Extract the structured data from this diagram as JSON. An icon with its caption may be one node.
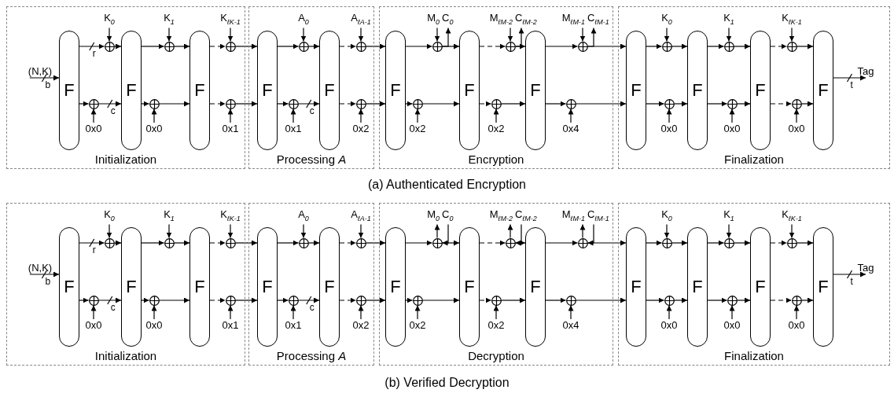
{
  "diagram": {
    "nodes": [
      {
        "text": [
          "Initialization"
        ]
      },
      {
        "text": [
          "(N,K)"
        ],
        "in": 0
      },
      {
        "text": [
          "F"
        ],
        "in": 0
      },
      {
        "text": [
          "K$_{0}$"
        ],
        "in": 0
      },
      {
        "text": [],
        "shape": "circle",
        "in": 0
      },
      {
        "text": [
          "0x0"
        ],
        "in": 0
      },
      {
        "text": [],
        "shape": "circle",
        "in": 0
      },
      {
        "text": [
          "F"
        ],
        "in": 0
      },
      {
        "text": [
          "K$_{1}$"
        ],
        "in": 0
      },
      {
        "text": [],
        "shape": "circle",
        "in": 0
      },
      {
        "text": [
          "0x0"
        ],
        "in": 0
      },
      {
        "text": [],
        "shape": "circle",
        "in": 0
      },
      {
        "text": [
          "F"
        ],
        "in": 0
      },
      {
        "text": [
          "K$_{ℓK-1}$"
        ],
        "in": 0
      },
      {
        "text": [],
        "shape": "circle",
        "in": 0
      },
      {
        "text": [
          "0x1"
        ],
        "in": 0
      },
      {
        "text": [],
        "shape": "circle",
        "in": 0
      },
      {
        "text": [
          "Processing *A*"
        ]
      },
      {
        "text": [
          "F"
        ],
        "in": 17
      },
      {
        "text": [
          "A$_{0}$"
        ],
        "in": 17
      },
      {
        "text": [],
        "shape": "circle",
        "in": 17
      },
      {
        "text": [
          "0x1"
        ],
        "in": 17
      },
      {
        "text": [],
        "shape": "circle",
        "in": 17
      },
      {
        "text": [
          "F"
        ],
        "in": 17
      },
      {
        "text": [
          "A$_{ℓA-1}$"
        ],
        "in": 17
      },
      {
        "text": [],
        "shape": "circle",
        "in": 17
      },
      {
        "text": [
          "0x2"
        ],
        "in": 17
      },
      {
        "text": [],
        "shape": "circle",
        "in": 17
      },
      {
        "text": [
          "Encryption"
        ]
      },
      {
        "text": [
          "F"
        ],
        "in": 28
      },
      {
        "text": [
          "M$_{0}$"
        ],
        "in": 28
      },
      {
        "text": [
          "C$_{0}$"
        ],
        "in": 28
      },
      {
        "text": [],
        "shape": "circle",
        "in": 28
      },
      {
        "text": [
          "0x2"
        ],
        "in": 28
      },
      {
        "text": [],
        "shape": "circle",
        "in": 28
      },
      {
        "text": [
          "F"
        ],
        "in": 28
      },
      {
        "text": [
          "M$_{ℓM-2}$"
        ],
        "in": 28
      },
      {
        "text": [
          "C$_{ℓM-2}$"
        ],
        "in": 28
      },
      {
        "text": [],
        "shape": "circle",
        "in": 28
      },
      {
        "text": [
          "0x2"
        ],
        "in": 28
      },
      {
        "text": [],
        "shape": "circle",
        "in": 28
      },
      {
        "text": [
          "F"
        ],
        "in": 28
      },
      {
        "text": [
          "M$_{ℓM-1}$"
        ],
        "in": 28
      },
      {
        "text": [
          "C$_{ℓM-1}$"
        ],
        "in": 28
      },
      {
        "text": [],
        "shape": "circle",
        "in": 28
      },
      {
        "text": [
          "0x4"
        ],
        "in": 28
      },
      {
        "text": [],
        "shape": "circle",
        "in": 28
      },
      {
        "text": [
          "Finalization"
        ]
      },
      {
        "text": [
          "F"
        ],
        "in": 47
      },
      {
        "text": [
          "K$_{0}$"
        ],
        "in": 47
      },
      {
        "text": [],
        "shape": "circle",
        "in": 47
      },
      {
        "text": [
          "0x0"
        ],
        "in": 47
      },
      {
        "text": [],
        "shape": "circle",
        "in": 47
      },
      {
        "text": [
          "F"
        ],
        "in": 47
      },
      {
        "text": [
          "K$_{1}$"
        ],
        "in": 47
      },
      {
        "text": [],
        "shape": "circle",
        "in": 47
      },
      {
        "text": [
          "0x0"
        ],
        "in": 47
      },
      {
        "text": [],
        "shape": "circle",
        "in": 47
      },
      {
        "text": [
          "F"
        ],
        "in": 47
      },
      {
        "text": [
          "K$_{ℓK-1}$"
        ],
        "in": 47
      },
      {
        "text": [],
        "shape": "circle",
        "in": 47
      },
      {
        "text": [
          "0x0"
        ],
        "in": 47
      },
      {
        "text": [],
        "shape": "circle",
        "in": 47
      },
      {
        "text": [
          "F"
        ],
        "in": 47
      },
      {
        "text": [
          "Tag"
        ],
        "in": 47
      },
      {
        "text": [
          "Initialization"
        ]
      },
      {
        "text": [
          "(N,K)"
        ],
        "in": 65
      },
      {
        "text": [
          "F"
        ],
        "in": 65
      },
      {
        "text": [
          "K$_{0}$"
        ],
        "in": 65
      },
      {
        "text": [],
        "shape": "circle",
        "in": 65
      },
      {
        "text": [
          "0x0"
        ],
        "in": 65
      },
      {
        "text": [],
        "shape": "circle",
        "in": 65
      },
      {
        "text": [
          "F"
        ],
        "in": 65
      },
      {
        "text": [
          "K$_{1}$"
        ],
        "in": 65
      },
      {
        "text": [],
        "shape": "circle",
        "in": 65
      },
      {
        "text": [
          "0x0"
        ],
        "in": 65
      },
      {
        "text": [],
        "shape": "circle",
        "in": 65
      },
      {
        "text": [
          "F"
        ],
        "in": 65
      },
      {
        "text": [
          "K$_{ℓK-1}$"
        ],
        "in": 65
      },
      {
        "text": [],
        "shape": "circle",
        "in": 65
      },
      {
        "text": [
          "0x1"
        ],
        "in": 65
      },
      {
        "text": [],
        "shape": "circle",
        "in": 65
      },
      {
        "text": [
          "Processing *A*"
        ]
      },
      {
        "text": [
          "F"
        ],
        "in": 82
      },
      {
        "text": [
          "A$_{0}$"
        ],
        "in": 82
      },
      {
        "text": [],
        "shape": "circle",
        "in": 82
      },
      {
        "text": [
          "0x1"
        ],
        "in": 82
      },
      {
        "text": [],
        "shape": "circle",
        "in": 82
      },
      {
        "text": [
          "F"
        ],
        "in": 82
      },
      {
        "text": [
          "A$_{ℓA-1}$"
        ],
        "in": 82
      },
      {
        "text": [],
        "shape": "circle",
        "in": 82
      },
      {
        "text": [
          "0x2"
        ],
        "in": 82
      },
      {
        "text": [],
        "shape": "circle",
        "in": 82
      },
      {
        "text": [
          "Decryption"
        ]
      },
      {
        "text": [
          "F"
        ],
        "in": 93
      },
      {
        "text": [
          "M$_{0}$"
        ],
        "in": 93
      },
      {
        "text": [
          "C$_{0}$"
        ],
        "in": 93
      },
      {
        "text": [],
        "shape": "circle",
        "in": 93
      },
      {
        "text": [
          "0x2"
        ],
        "in": 93
      },
      {
        "text": [],
        "shape": "circle",
        "in": 93
      },
      {
        "text": [
          "F"
        ],
        "in": 93
      },
      {
        "text": [
          "M$_{ℓM-2}$"
        ],
        "in": 93
      },
      {
        "text": [
          "C$_{ℓM-2}$"
        ],
        "in": 93
      },
      {
        "text": [],
        "shape": "circle",
        "in": 93
      },
      {
        "text": [
          "0x2"
        ],
        "in": 93
      },
      {
        "text": [],
        "shape": "circle",
        "in": 93
      },
      {
        "text": [
          "F"
        ],
        "in": 93
      },
      {
        "text": [
          "M$_{ℓM-1}$"
        ],
        "in": 93
      },
      {
        "text": [
          "C$_{ℓM-1}$"
        ],
        "in": 93
      },
      {
        "text": [],
        "shape": "circle",
        "in": 93
      },
      {
        "text": [
          "0x4"
        ],
        "in": 93
      },
      {
        "text": [],
        "shape": "circle",
        "in": 93
      },
      {
        "text": [
          "Finalization"
        ]
      },
      {
        "text": [
          "F"
        ],
        "in": 112
      },
      {
        "text": [
          "K$_{0}$"
        ],
        "in": 112
      },
      {
        "text": [],
        "shape": "circle",
        "in": 112
      },
      {
        "text": [
          "0x0"
        ],
        "in": 112
      },
      {
        "text": [],
        "shape": "circle",
        "in": 112
      },
      {
        "text": [
          "F"
        ],
        "in": 112
      },
      {
        "text": [
          "K$_{1}$"
        ],
        "in": 112
      },
      {
        "text": [],
        "shape": "circle",
        "in": 112
      },
      {
        "text": [
          "0x0"
        ],
        "in": 112
      },
      {
        "text": [],
        "shape": "circle",
        "in": 112
      },
      {
        "text": [
          "F"
        ],
        "in": 112
      },
      {
        "text": [
          "K$_{ℓK-1}$"
        ],
        "in": 112
      },
      {
        "text": [],
        "shape": "circle",
        "in": 112
      },
      {
        "text": [
          "0x0"
        ],
        "in": 112
      },
      {
        "text": [],
        "shape": "circle",
        "in": 112
      },
      {
        "text": [
          "F"
        ],
        "in": 112
      },
      {
        "text": [
          "Tag"
        ],
        "in": 112
      }
    ],
    "edges": [
      {
        "from": 1,
        "to": 2,
        "arrow": "to",
        "label": "b"
      },
      {
        "from": 2,
        "to": 4,
        "arrow": "to",
        "label": "r"
      },
      {
        "from": 3,
        "to": 4,
        "arrow": "to"
      },
      {
        "from": 4,
        "to": 7,
        "arrow": "to"
      },
      {
        "from": 2,
        "to": 6,
        "arrow": "to"
      },
      {
        "from": 5,
        "to": 6,
        "arrow": "to"
      },
      {
        "from": 6,
        "to": 7,
        "arrow": "to",
        "label": "c"
      },
      {
        "from": 7,
        "to": 9,
        "arrow": "to"
      },
      {
        "from": 8,
        "to": 9,
        "arrow": "to"
      },
      {
        "from": 9,
        "to": 12,
        "arrow": "to"
      },
      {
        "from": 7,
        "to": 11,
        "arrow": "to"
      },
      {
        "from": 10,
        "to": 11,
        "arrow": "to"
      },
      {
        "from": 11,
        "to": 12,
        "arrow": "to"
      },
      {
        "from": 12,
        "to": 14,
        "arrow": "to",
        "style": "dashed"
      },
      {
        "from": 13,
        "to": 14,
        "arrow": "to"
      },
      {
        "from": 14,
        "to": 18,
        "arrow": "to"
      },
      {
        "from": 12,
        "to": 16,
        "arrow": "to",
        "style": "dashed"
      },
      {
        "from": 15,
        "to": 16,
        "arrow": "to"
      },
      {
        "from": 16,
        "to": 18,
        "arrow": "to"
      },
      {
        "from": 18,
        "to": 20,
        "arrow": "to"
      },
      {
        "from": 19,
        "to": 20,
        "arrow": "to"
      },
      {
        "from": 20,
        "to": 23,
        "arrow": "to"
      },
      {
        "from": 18,
        "to": 22,
        "arrow": "to"
      },
      {
        "from": 21,
        "to": 22,
        "arrow": "to"
      },
      {
        "from": 22,
        "to": 23,
        "arrow": "to",
        "label": "c"
      },
      {
        "from": 23,
        "to": 25,
        "arrow": "to",
        "style": "dashed"
      },
      {
        "from": 24,
        "to": 25,
        "arrow": "to"
      },
      {
        "from": 25,
        "to": 29,
        "arrow": "to"
      },
      {
        "from": 23,
        "to": 27,
        "arrow": "to",
        "style": "dashed"
      },
      {
        "from": 26,
        "to": 27,
        "arrow": "to"
      },
      {
        "from": 27,
        "to": 29,
        "arrow": "to"
      },
      {
        "from": 29,
        "to": 32,
        "arrow": "to"
      },
      {
        "from": 30,
        "to": 32,
        "arrow": "to"
      },
      {
        "from": 32,
        "to": 31,
        "arrow": "to"
      },
      {
        "from": 32,
        "to": 35,
        "arrow": "to"
      },
      {
        "from": 29,
        "to": 34,
        "arrow": "to"
      },
      {
        "from": 33,
        "to": 34,
        "arrow": "to"
      },
      {
        "from": 34,
        "to": 35,
        "arrow": "to"
      },
      {
        "from": 35,
        "to": 38,
        "arrow": "to",
        "style": "dashed"
      },
      {
        "from": 36,
        "to": 38,
        "arrow": "to"
      },
      {
        "from": 38,
        "to": 37,
        "arrow": "to"
      },
      {
        "from": 38,
        "to": 41,
        "arrow": "to"
      },
      {
        "from": 35,
        "to": 40,
        "arrow": "to",
        "style": "dashed"
      },
      {
        "from": 39,
        "to": 40,
        "arrow": "to"
      },
      {
        "from": 40,
        "to": 41,
        "arrow": "to"
      },
      {
        "from": 41,
        "to": 44,
        "arrow": "to"
      },
      {
        "from": 42,
        "to": 44,
        "arrow": "to"
      },
      {
        "from": 44,
        "to": 43,
        "arrow": "to"
      },
      {
        "from": 44,
        "to": 48,
        "arrow": "to"
      },
      {
        "from": 41,
        "to": 46,
        "arrow": "to"
      },
      {
        "from": 45,
        "to": 46,
        "arrow": "to"
      },
      {
        "from": 46,
        "to": 48,
        "arrow": "to"
      },
      {
        "from": 48,
        "to": 50,
        "arrow": "to"
      },
      {
        "from": 49,
        "to": 50,
        "arrow": "to"
      },
      {
        "from": 50,
        "to": 53,
        "arrow": "to"
      },
      {
        "from": 48,
        "to": 52,
        "arrow": "to"
      },
      {
        "from": 51,
        "to": 52,
        "arrow": "to"
      },
      {
        "from": 52,
        "to": 53,
        "arrow": "to"
      },
      {
        "from": 53,
        "to": 55,
        "arrow": "to"
      },
      {
        "from": 54,
        "to": 55,
        "arrow": "to"
      },
      {
        "from": 55,
        "to": 58,
        "arrow": "to"
      },
      {
        "from": 53,
        "to": 57,
        "arrow": "to"
      },
      {
        "from": 56,
        "to": 57,
        "arrow": "to"
      },
      {
        "from": 57,
        "to": 58,
        "arrow": "to"
      },
      {
        "from": 58,
        "to": 60,
        "arrow": "to",
        "style": "dashed"
      },
      {
        "from": 59,
        "to": 60,
        "arrow": "to"
      },
      {
        "from": 60,
        "to": 63,
        "arrow": "to"
      },
      {
        "from": 58,
        "to": 62,
        "arrow": "to",
        "style": "dashed"
      },
      {
        "from": 61,
        "to": 62,
        "arrow": "to"
      },
      {
        "from": 62,
        "to": 63,
        "arrow": "to"
      },
      {
        "from": 63,
        "to": 64,
        "arrow": "to",
        "label": "t"
      },
      {
        "from": 66,
        "to": 67,
        "arrow": "to",
        "label": "b"
      },
      {
        "from": 67,
        "to": 69,
        "arrow": "to",
        "label": "r"
      },
      {
        "from": 68,
        "to": 69,
        "arrow": "to"
      },
      {
        "from": 69,
        "to": 72,
        "arrow": "to"
      },
      {
        "from": 67,
        "to": 71,
        "arrow": "to"
      },
      {
        "from": 70,
        "to": 71,
        "arrow": "to"
      },
      {
        "from": 71,
        "to": 72,
        "arrow": "to",
        "label": "c"
      },
      {
        "from": 72,
        "to": 74,
        "arrow": "to"
      },
      {
        "from": 73,
        "to": 74,
        "arrow": "to"
      },
      {
        "from": 74,
        "to": 77,
        "arrow": "to"
      },
      {
        "from": 72,
        "to": 76,
        "arrow": "to"
      },
      {
        "from": 75,
        "to": 76,
        "arrow": "to"
      },
      {
        "from": 76,
        "to": 77,
        "arrow": "to"
      },
      {
        "from": 77,
        "to": 79,
        "arrow": "to",
        "style": "dashed"
      },
      {
        "from": 78,
        "to": 79,
        "arrow": "to"
      },
      {
        "from": 79,
        "to": 83,
        "arrow": "to"
      },
      {
        "from": 77,
        "to": 81,
        "arrow": "to",
        "style": "dashed"
      },
      {
        "from": 80,
        "to": 81,
        "arrow": "to"
      },
      {
        "from": 81,
        "to": 83,
        "arrow": "to"
      },
      {
        "from": 83,
        "to": 85,
        "arrow": "to"
      },
      {
        "from": 84,
        "to": 85,
        "arrow": "to"
      },
      {
        "from": 85,
        "to": 88,
        "arrow": "to"
      },
      {
        "from": 83,
        "to": 87,
        "arrow": "to"
      },
      {
        "from": 86,
        "to": 87,
        "arrow": "to"
      },
      {
        "from": 87,
        "to": 88,
        "arrow": "to",
        "label": "c"
      },
      {
        "from": 88,
        "to": 90,
        "arrow": "to",
        "style": "dashed"
      },
      {
        "from": 89,
        "to": 90,
        "arrow": "to"
      },
      {
        "from": 90,
        "to": 94,
        "arrow": "to"
      },
      {
        "from": 88,
        "to": 92,
        "arrow": "to",
        "style": "dashed"
      },
      {
        "from": 91,
        "to": 92,
        "arrow": "to"
      },
      {
        "from": 92,
        "to": 94,
        "arrow": "to"
      },
      {
        "from": 94,
        "to": 97,
        "arrow": "to"
      },
      {
        "from": 97,
        "to": 95,
        "arrow": "to"
      },
      {
        "from": 96,
        "to": 97,
        "arrow": "to"
      },
      {
        "from": 97,
        "to": 100,
        "arrow": "to"
      },
      {
        "from": 94,
        "to": 99,
        "arrow": "to"
      },
      {
        "from": 98,
        "to": 99,
        "arrow": "to"
      },
      {
        "from": 99,
        "to": 100,
        "arrow": "to"
      },
      {
        "from": 100,
        "to": 103,
        "arrow": "to",
        "style": "dashed"
      },
      {
        "from": 103,
        "to": 101,
        "arrow": "to"
      },
      {
        "from": 102,
        "to": 103,
        "arrow": "to"
      },
      {
        "from": 103,
        "to": 106,
        "arrow": "to"
      },
      {
        "from": 100,
        "to": 105,
        "arrow": "to",
        "style": "dashed"
      },
      {
        "from": 104,
        "to": 105,
        "arrow": "to"
      },
      {
        "from": 105,
        "to": 106,
        "arrow": "to"
      },
      {
        "from": 106,
        "to": 109,
        "arrow": "to"
      },
      {
        "from": 109,
        "to": 107,
        "arrow": "to"
      },
      {
        "from": 108,
        "to": 109,
        "arrow": "to"
      },
      {
        "from": 109,
        "to": 113,
        "arrow": "to"
      },
      {
        "from": 106,
        "to": 111,
        "arrow": "to"
      },
      {
        "from": 110,
        "to": 111,
        "arrow": "to"
      },
      {
        "from": 111,
        "to": 113,
        "arrow": "to"
      },
      {
        "from": 113,
        "to": 115,
        "arrow": "to"
      },
      {
        "from": 114,
        "to": 115,
        "arrow": "to"
      },
      {
        "from": 115,
        "to": 118,
        "arrow": "to"
      },
      {
        "from": 113,
        "to": 117,
        "arrow": "to"
      },
      {
        "from": 116,
        "to": 117,
        "arrow": "to"
      },
      {
        "from": 117,
        "to": 118,
        "arrow": "to"
      },
      {
        "from": 118,
        "to": 120,
        "arrow": "to"
      },
      {
        "from": 119,
        "to": 120,
        "arrow": "to"
      },
      {
        "from": 120,
        "to": 123,
        "arrow": "to"
      },
      {
        "from": 118,
        "to": 122,
        "arrow": "to"
      },
      {
        "from": 121,
        "to": 122,
        "arrow": "to"
      },
      {
        "from": 122,
        "to": 123,
        "arrow": "to"
      },
      {
        "from": 123,
        "to": 125,
        "arrow": "to",
        "style": "dashed"
      },
      {
        "from": 124,
        "to": 125,
        "arrow": "to"
      },
      {
        "from": 125,
        "to": 128,
        "arrow": "to"
      },
      {
        "from": 123,
        "to": 127,
        "arrow": "to",
        "style": "dashed"
      },
      {
        "from": 126,
        "to": 127,
        "arrow": "to"
      },
      {
        "from": 127,
        "to": 128,
        "arrow": "to"
      },
      {
        "from": 128,
        "to": 129,
        "arrow": "to",
        "label": "t"
      }
    ],
    "labels": [
      "(a) Authenticated Encryption",
      "(b) Verified Decryption"
    ]
  }
}
